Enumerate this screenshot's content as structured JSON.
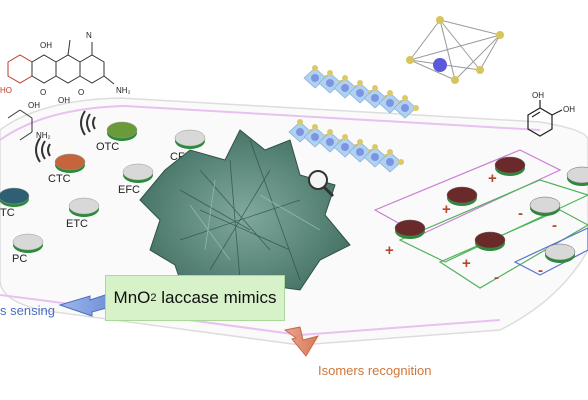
{
  "center_label": {
    "main": "MnO",
    "sub": "2",
    "rest": " laccase mimics"
  },
  "left_label": "s sensing",
  "right_label": "Isomers recognition",
  "discs": [
    {
      "id": "otc",
      "label": "OTC",
      "color": "#6b9a3a"
    },
    {
      "id": "cfc",
      "label": "CFC",
      "color": "#d8d8d8"
    },
    {
      "id": "ctc",
      "label": "CTC",
      "color": "#c4653e"
    },
    {
      "id": "efc",
      "label": "EFC",
      "color": "#d8d8d8"
    },
    {
      "id": "tc",
      "label": "TC",
      "color": "#2f5f74"
    },
    {
      "id": "etc",
      "label": "ETC",
      "color": "#d8d8d8"
    },
    {
      "id": "pc",
      "label": "PC",
      "color": "#d8d8d8"
    }
  ],
  "signs": [
    "+",
    "+",
    "+",
    "-",
    "-",
    "+",
    "-",
    "-"
  ],
  "molecule_atoms": {
    "oh": "OH",
    "nh2": "NH",
    "o": "O"
  },
  "catechol_atoms": [
    "OH",
    "OH"
  ],
  "colors": {
    "platform_edge": "#e7c2f0",
    "nanosheet": "#4f7f72",
    "box_fill": "#d7f2c9",
    "left_arrow": "#5b84d6",
    "right_arrow": "#e0896a"
  }
}
